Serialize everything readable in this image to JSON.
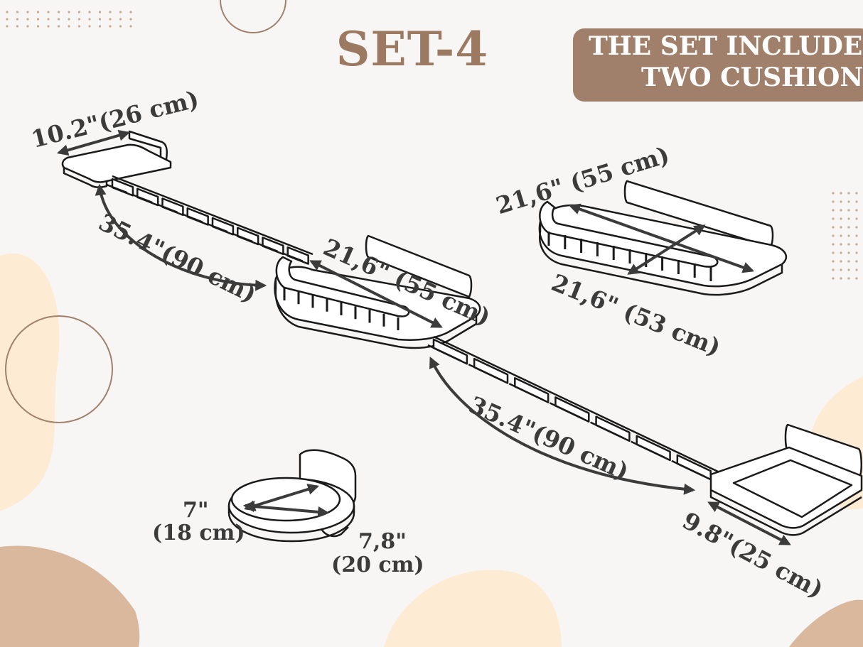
{
  "title": "SET-4",
  "badge": {
    "line1": "THE SET INCLUDES",
    "line2": "TWO CUSHION"
  },
  "dimensions": {
    "top_step_width": "10.2\"(26 cm)",
    "left_bridge_length": "35.4\"(90 cm)",
    "middle_bed_length": "21,6\" (55 cm)",
    "right_bed_length": "21,6\" (55 cm)",
    "right_bed_depth": "21,6\" (53 cm)",
    "right_bridge_length": "35.4\"(90 cm)",
    "bottom_step_width": "9.8\"(25 cm)",
    "round_shelf_diameter_in": "7\"",
    "round_shelf_diameter_cm": "(18 cm)",
    "round_shelf_height_in": "7,8\"",
    "round_shelf_height_cm": "(20 cm)"
  },
  "colors": {
    "title": "#9c7a62",
    "badge": "#a0806a",
    "blob_light": "#fdebd3",
    "blob_tan": "#d9b89e",
    "line": "#1a1a1a",
    "arrow": "#3b3b3b"
  }
}
